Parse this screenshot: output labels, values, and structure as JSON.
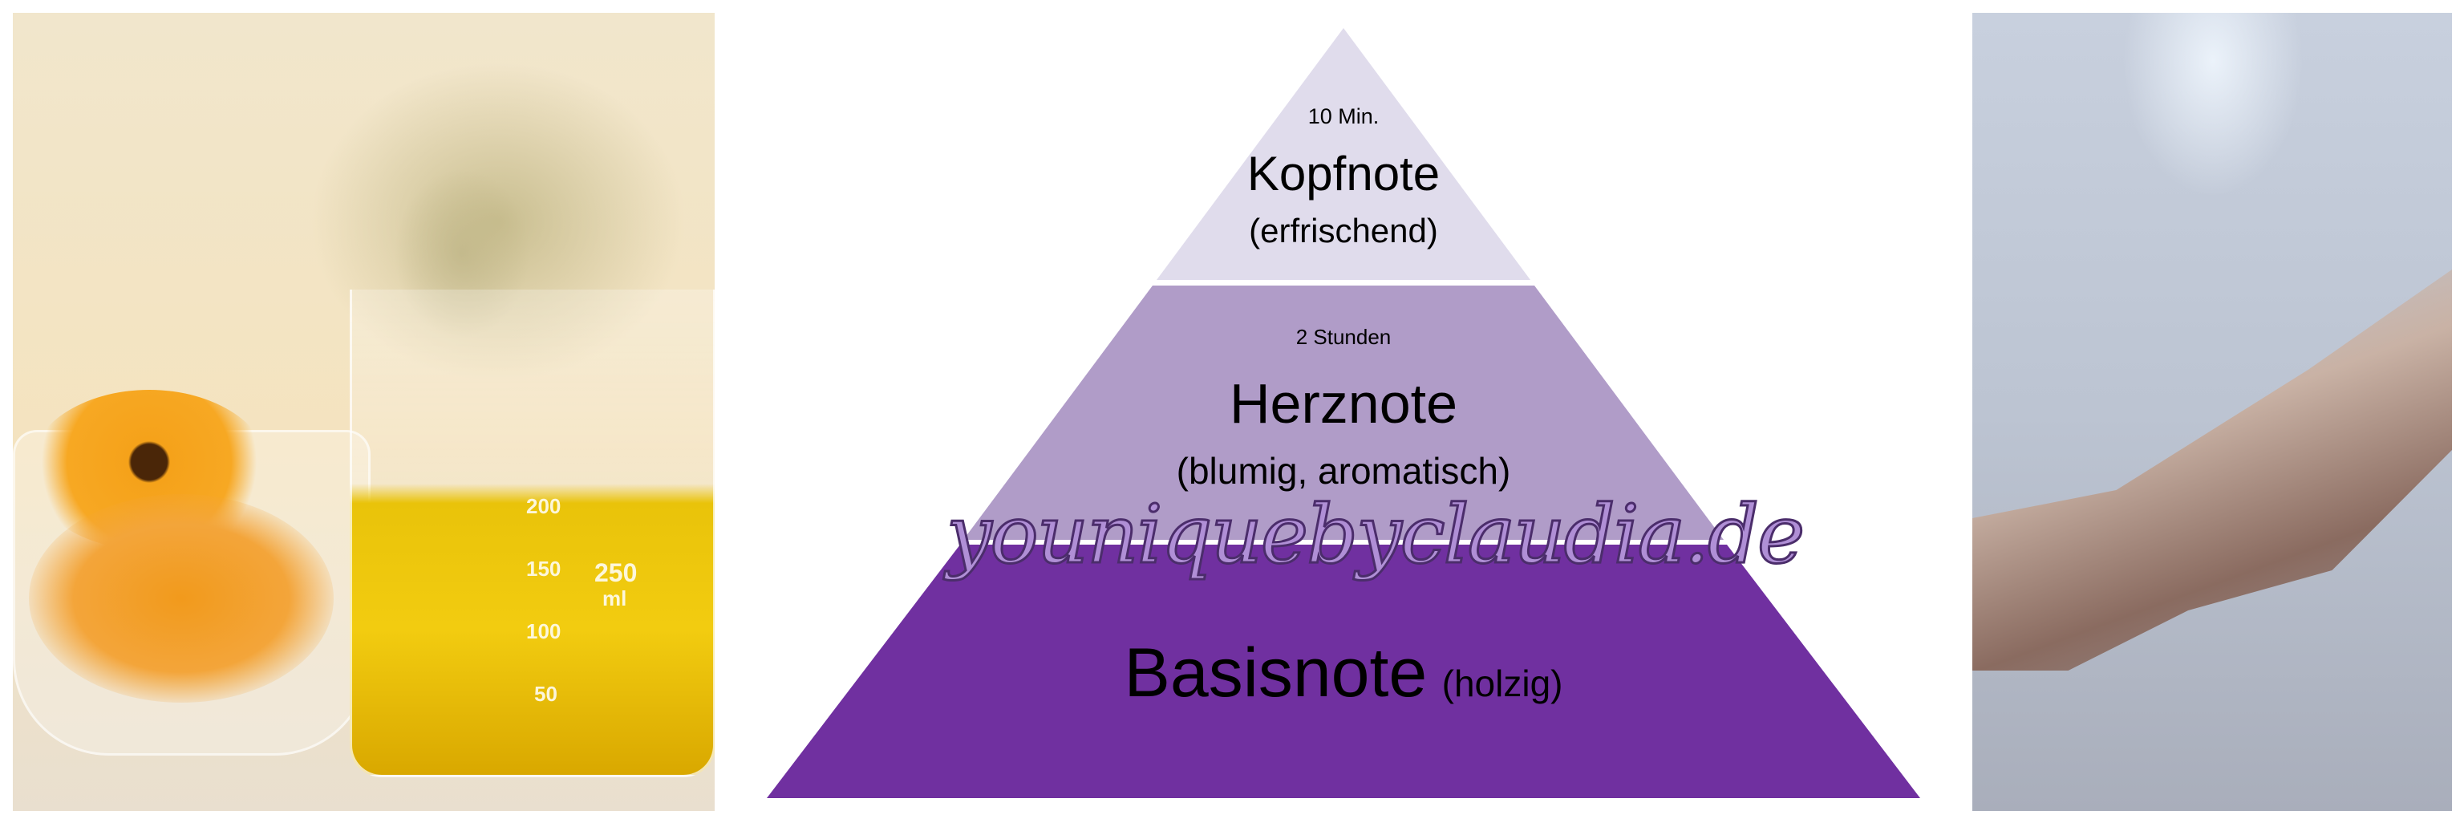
{
  "colors": {
    "background": "#ffffff",
    "top_tier": "#e0dcec",
    "middle_tier": "#b09cc8",
    "base_tier": "#7030a0",
    "watermark_fill": "#b08fd6",
    "watermark_outline": "#4b2d6b"
  },
  "photo_left": {
    "subject": "calendula flowers in glass bowl and beaker of yellow oil",
    "beaker_marks": [
      "200",
      "150",
      "100",
      "50"
    ],
    "beaker_capacity": "250",
    "beaker_unit": "ml"
  },
  "photo_right": {
    "subject": "hands touching wrist"
  },
  "pyramid": {
    "tiers": [
      {
        "time": "10 Min.",
        "name": "Kopfnote",
        "description": "(erfrischend)"
      },
      {
        "time": "2 Stunden",
        "name": "Herznote",
        "description": "(blumig, aromatisch)"
      },
      {
        "time": "",
        "name": "Basisnote",
        "description": "(holzig)"
      }
    ]
  },
  "watermark": "youniquebyclaudia.de"
}
